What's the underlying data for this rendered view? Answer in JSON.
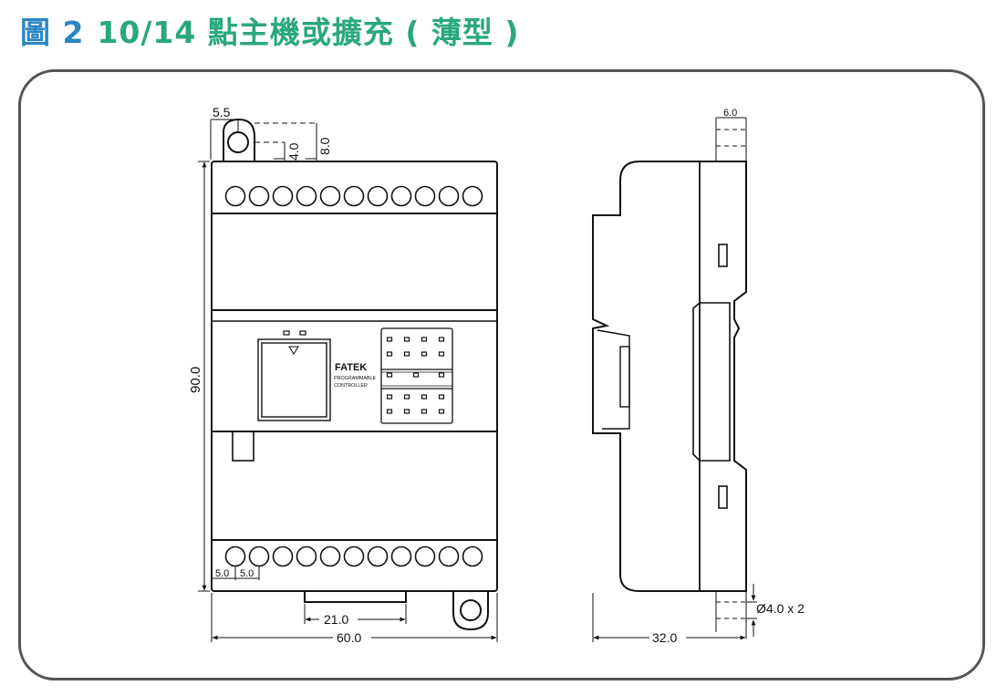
{
  "figure": {
    "label": "圖 2",
    "title": "10/14 點主機或擴充 ( 薄型 )",
    "colors": {
      "label": "#2b86c5",
      "title": "#2aa87c",
      "frame": "#555555",
      "line": "#111111"
    }
  },
  "front_view": {
    "brand": "FATEK",
    "subtitle_line1": "PROGRAMMABLE",
    "subtitle_line2": "CONTROLLER",
    "top_terminal_count": 11,
    "bottom_terminal_count": 11,
    "led_rows": [
      4,
      4,
      3,
      4,
      4
    ],
    "dims": {
      "hole_offset": "5.5",
      "hole_center": "4.0",
      "hole_edge": "8.0",
      "height": "90.0",
      "pitch_1": "5.0",
      "pitch_2": "5.0",
      "foot_width": "21.0",
      "width": "60.0"
    }
  },
  "side_view": {
    "dims": {
      "rail_width": "6.0",
      "hole": "Ø4.0 x 2",
      "depth": "32.0"
    }
  }
}
